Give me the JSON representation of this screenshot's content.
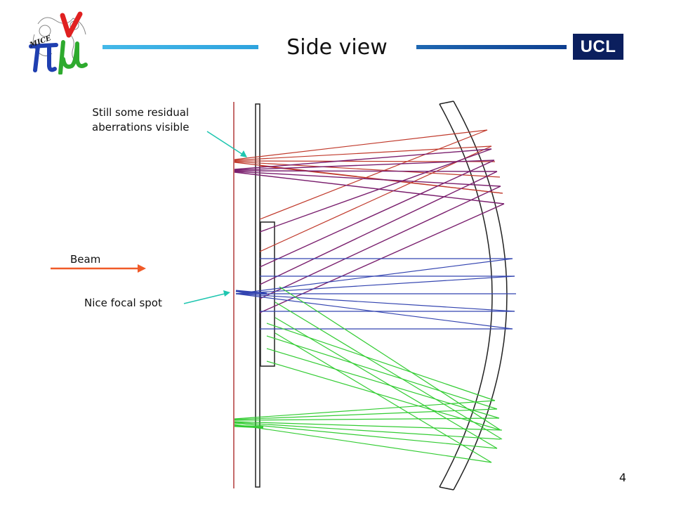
{
  "slide": {
    "title": "Side view",
    "page_number": "4"
  },
  "logos": {
    "mice": {
      "word": "MICE",
      "symbols": "π ν μ"
    },
    "ucl": {
      "text": "UCL",
      "color": "#0b1f5e"
    }
  },
  "annotations": {
    "residual": [
      "Still some residual",
      "aberrations visible"
    ],
    "beam": "Beam",
    "focal": "Nice focal spot"
  },
  "colors": {
    "title_bar_left": "#2ea3de",
    "title_bar_right": "#0d3e8f",
    "beam_arrow": "#f05a28",
    "annotation_arrow": "#1fc6b0",
    "ray_red": "#c0392b",
    "ray_purple": "#7a1f6e",
    "ray_blue": "#3344b0",
    "ray_green": "#33cc33",
    "optics": "#222222",
    "plane": "#b23a3a"
  }
}
